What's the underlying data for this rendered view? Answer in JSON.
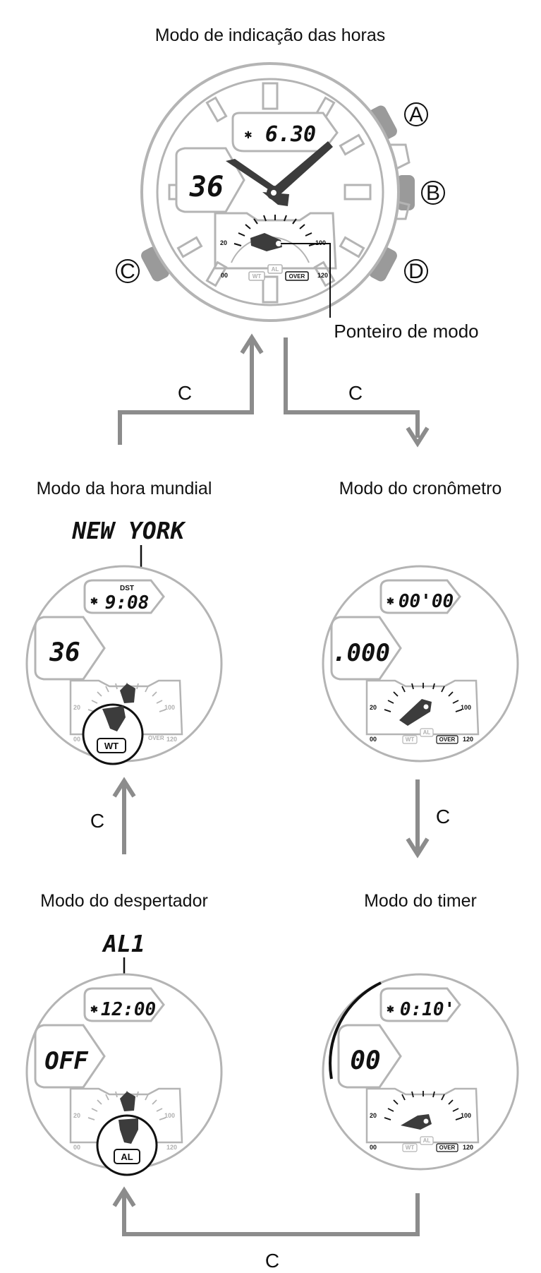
{
  "titles": {
    "timekeeping": "Modo de indicação das horas",
    "world_time": "Modo da hora mundial",
    "stopwatch": "Modo do cronômetro",
    "alarm": "Modo do despertador",
    "timer": "Modo do timer"
  },
  "buttons": {
    "a": "A",
    "b": "B",
    "c": "C",
    "d": "D"
  },
  "main_watch": {
    "upper_display": "6.30",
    "left_display": "36",
    "scale_left": "20",
    "scale_bottom_left": "00",
    "scale_right": "100",
    "scale_bottom_right": "120",
    "tag_wt": "WT",
    "tag_al": "AL",
    "tag_over": "OVER",
    "bluetooth": "✱"
  },
  "mode_hand_label": "Ponteiro de modo",
  "arrow_label": "C",
  "world_time_watch": {
    "city": "NEW YORK",
    "dst": "DST",
    "upper_display": "9:08",
    "left_display": "36",
    "tag_highlight": "WT",
    "tag_over": "OVER",
    "scale_left": "20",
    "scale_bottom_left": "00",
    "scale_right": "100",
    "scale_bottom_right": "120"
  },
  "stopwatch_watch": {
    "upper_display": "00'00",
    "left_display": ".000",
    "scale_left": "20",
    "scale_bottom_left": "00",
    "scale_right": "100",
    "scale_bottom_right": "120",
    "tag_wt": "WT",
    "tag_al": "AL",
    "tag_over": "OVER"
  },
  "alarm_watch": {
    "alarm_name": "AL1",
    "upper_display": "12:00",
    "left_display": "OFF",
    "tag_highlight": "AL",
    "scale_left": "20",
    "scale_bottom_left": "00",
    "scale_right": "100",
    "scale_bottom_right": "120"
  },
  "timer_watch": {
    "upper_display": "0:10'",
    "left_display": "00",
    "scale_left": "20",
    "scale_bottom_left": "00",
    "scale_right": "100",
    "scale_bottom_right": "120",
    "tag_wt": "WT",
    "tag_al": "AL",
    "tag_over": "OVER"
  },
  "colors": {
    "outline_grey": "#b4b4b4",
    "button_grey": "#9a9a9a",
    "arrow_grey": "#8c8c8c",
    "hand_dark": "#3c3c3c",
    "ink": "#111111"
  }
}
